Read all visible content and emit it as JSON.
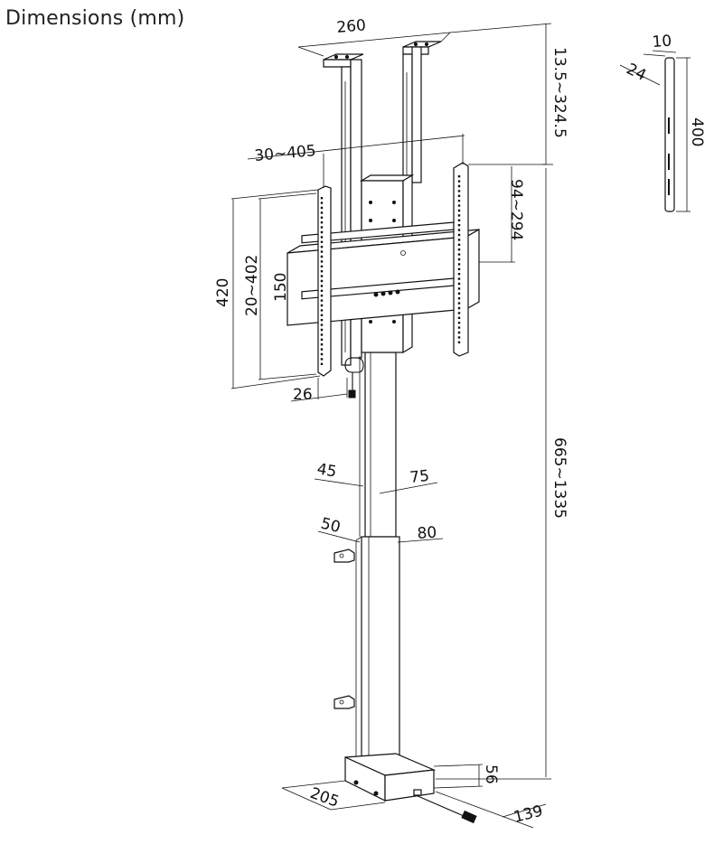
{
  "title": "Dimensions (mm)",
  "dimensions": {
    "top_width": "260",
    "ceiling_height": "13.5~324.5",
    "bracket_spacing": "30~405",
    "vesa_vertical": "94~294",
    "overall_height": "420",
    "vesa_range": "20~402",
    "frame_height": "150",
    "offset": "26",
    "pole_upper_left": "45",
    "pole_upper_right": "75",
    "pole_lower_left": "50",
    "pole_lower_right": "80",
    "column_height": "665~1335",
    "base_height": "56",
    "base_depth": "205",
    "base_width": "139",
    "arm_thickness": "10",
    "arm_depth": "24",
    "arm_length": "400"
  }
}
